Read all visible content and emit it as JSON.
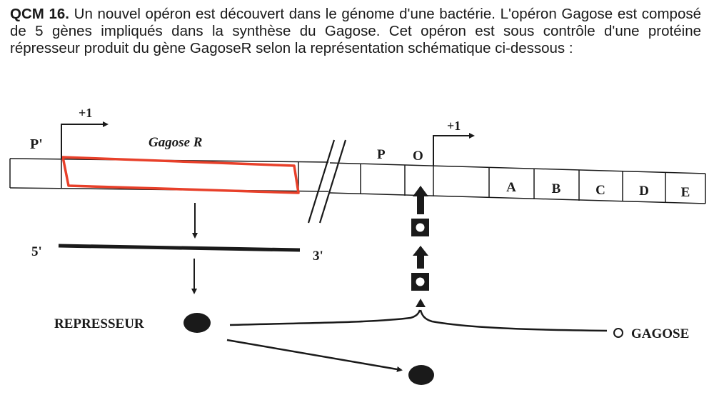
{
  "question": {
    "number": "QCM 16.",
    "text": "Un nouvel opéron est découvert dans le génome d'une bactérie. L'opéron Gagose est composé de 5 gènes impliqués dans la synthèse du Gagose. Cet opéron est sous contrôle d'une protéine répresseur produit du gène GagoseR selon la représentation schématique ci-dessous :"
  },
  "diagram": {
    "promoter_left": "P'",
    "start_left": "+1",
    "gene_r": "Gagose R",
    "promoter": "P",
    "operator": "O",
    "start_right": "+1",
    "genes": [
      "A",
      "B",
      "C",
      "D",
      "E"
    ],
    "mrna_5": "5'",
    "mrna_3": "3'",
    "repressor": "REPRESSEUR",
    "inducer": "GAGOSE",
    "colors": {
      "ink": "#1a1a1a",
      "highlight": "#e8402a"
    }
  }
}
